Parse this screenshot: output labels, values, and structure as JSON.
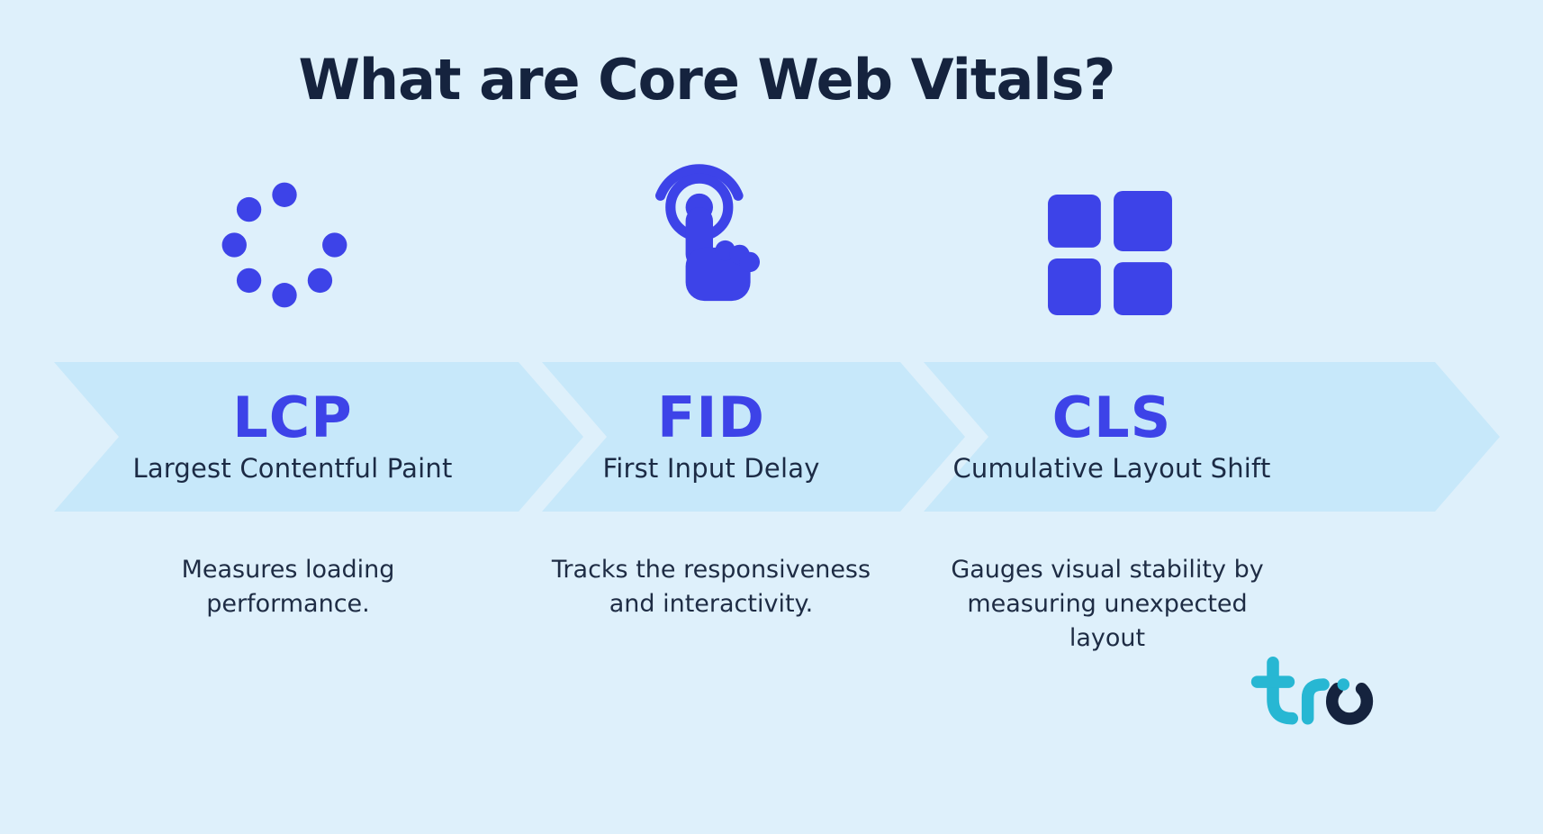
{
  "page": {
    "title": "What are Core Web Vitals?",
    "background_color": "#def0fb",
    "band_color": "#c7e8fa",
    "accent_color": "#3d43e8",
    "navy_color": "#15233e",
    "logo_teal": "#27b7d3"
  },
  "metrics": [
    {
      "acronym": "LCP",
      "full_name": "Largest Contentful Paint",
      "description": "Measures loading\nperformance.",
      "icon": "loading-spinner-icon"
    },
    {
      "acronym": "FID",
      "full_name": "First Input Delay",
      "description": "Tracks the responsiveness\nand interactivity.",
      "icon": "tap-icon"
    },
    {
      "acronym": "CLS",
      "full_name": "Cumulative Layout Shift",
      "description": "Gauges visual stability by\nmeasuring unexpected\nlayout",
      "icon": "layout-shift-icon"
    }
  ],
  "logo": {
    "text": "tro"
  }
}
